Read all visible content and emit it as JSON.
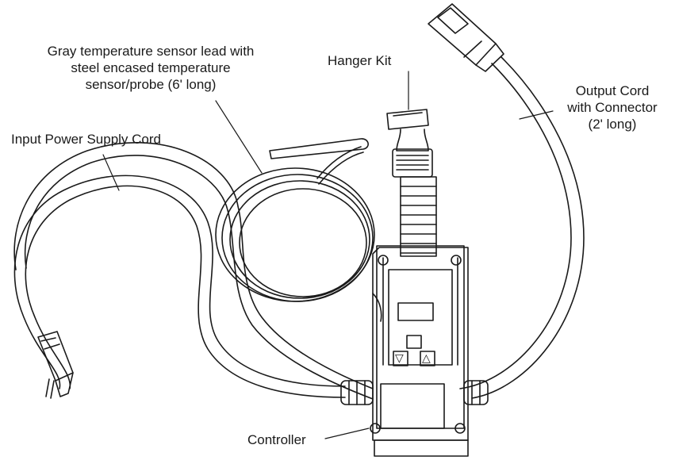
{
  "diagram": {
    "labels": {
      "sensor_lead": [
        "Gray temperature sensor lead with",
        "steel encased temperature",
        "sensor/probe (6' long)"
      ],
      "hanger_kit": "Hanger Kit",
      "output_cord": [
        "Output Cord",
        "with Connector",
        "(2' long)"
      ],
      "input_cord": "Input Power Supply Cord",
      "controller": "Controller"
    },
    "controller_buttons": [
      "▽",
      "△"
    ],
    "colors": {
      "stroke": "#1a1a1a",
      "background": "#ffffff"
    }
  }
}
